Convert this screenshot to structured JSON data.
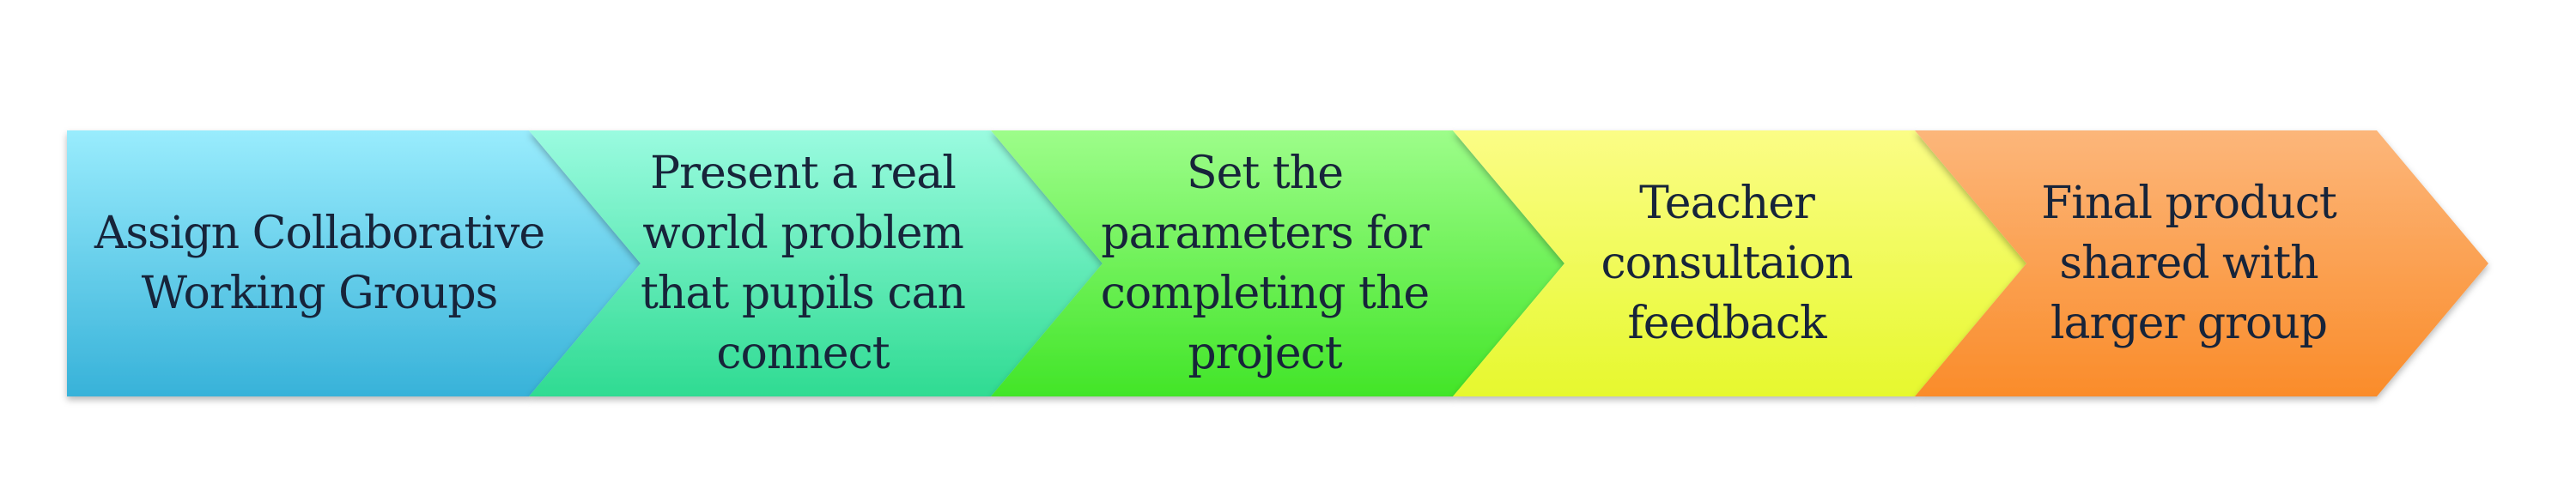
{
  "process": {
    "steps": [
      {
        "label": "Assign Collaborative\nWorking Groups",
        "gradient": [
          "#99ecfd",
          "#37b2d9"
        ]
      },
      {
        "label": "Present a real\nworld problem\nthat pupils can\nconnect",
        "gradient": [
          "#9afbe0",
          "#2fdb92"
        ]
      },
      {
        "label": "Set the\nparameters for\ncompleting the\nproject",
        "gradient": [
          "#9dfd8a",
          "#42e528"
        ]
      },
      {
        "label": "Teacher\nconsultaion\nfeedback",
        "gradient": [
          "#fbfd86",
          "#e6f82e"
        ]
      },
      {
        "label": "Final product\nshared with\nlarger group",
        "gradient": [
          "#fcb67a",
          "#fa8c2a"
        ]
      }
    ]
  }
}
